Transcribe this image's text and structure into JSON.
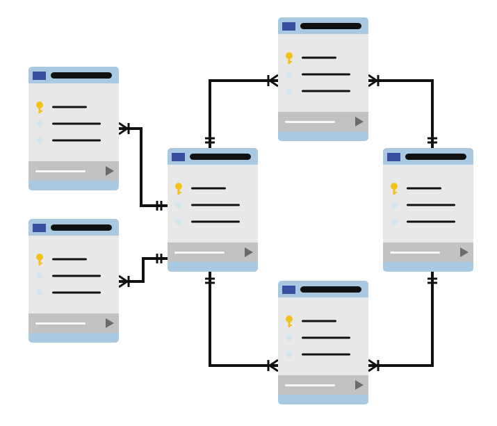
{
  "diagram": {
    "kind": "entity-relationship",
    "colors": {
      "header_bar": "#a9c9e3",
      "header_icon": "#3a4ea0",
      "title_bar": "#111111",
      "body": "#e8e8e8",
      "footer": "#c2c2c2",
      "footer_line": "#f7f7f7",
      "play_icon": "#6a6a6a",
      "key_icon": "#f2c21a",
      "field_dot": "#d3e6f0",
      "field_line": "#111111",
      "connector": "#111111"
    },
    "tables": [
      {
        "id": "A",
        "fields": [
          "primary-key",
          "field",
          "field"
        ]
      },
      {
        "id": "B",
        "fields": [
          "primary-key",
          "field",
          "field"
        ]
      },
      {
        "id": "C",
        "fields": [
          "primary-key",
          "field",
          "field"
        ]
      },
      {
        "id": "D",
        "fields": [
          "primary-key",
          "field",
          "field"
        ]
      },
      {
        "id": "E",
        "fields": [
          "primary-key",
          "field",
          "field"
        ]
      },
      {
        "id": "F",
        "fields": [
          "primary-key",
          "field",
          "field"
        ]
      }
    ],
    "relationships": [
      {
        "from": "A",
        "to": "C",
        "from_end": "one-or-many",
        "to_end": "one-and-only-one"
      },
      {
        "from": "B",
        "to": "C",
        "from_end": "one-or-many",
        "to_end": "one-and-only-one"
      },
      {
        "from": "C",
        "to": "D",
        "from_end": "one-and-only-one",
        "to_end": "one-or-many"
      },
      {
        "from": "D",
        "to": "E",
        "from_end": "one-or-many",
        "to_end": "one-and-only-one"
      },
      {
        "from": "C",
        "to": "F",
        "from_end": "one-and-only-one",
        "to_end": "one-or-many"
      },
      {
        "from": "F",
        "to": "E",
        "from_end": "one-or-many",
        "to_end": "one-and-only-one"
      }
    ]
  }
}
